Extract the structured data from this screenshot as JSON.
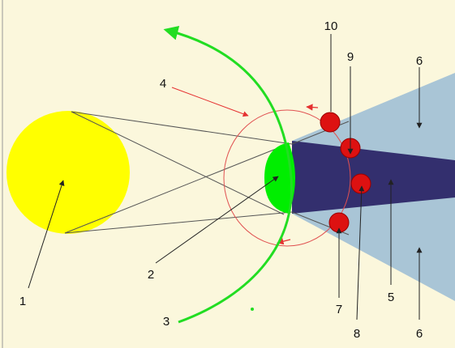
{
  "colors": {
    "background": "#fbf7dc",
    "sun": "#ffff00",
    "earth": "#00ee00",
    "umbra": "#332f6e",
    "penumbra": "#a9c5d6",
    "moon": "#dd1111",
    "orbit": "#e05050",
    "orbit_arrow": "#e53030",
    "green_arc": "#22dd22",
    "pointer": "#222222"
  },
  "labels": {
    "sun": "1",
    "earth": "2",
    "earth_orbit": "3",
    "moon_orbit": "4",
    "umbra": "5",
    "penumbra_top": "6",
    "penumbra_bottom": "6",
    "moon_pos_7": "7",
    "moon_pos_8": "8",
    "moon_pos_9": "9",
    "moon_pos_10": "10"
  },
  "icons": {
    "sun": "sun-circle",
    "earth": "earth-half-disc",
    "moon": "moon-circle"
  }
}
